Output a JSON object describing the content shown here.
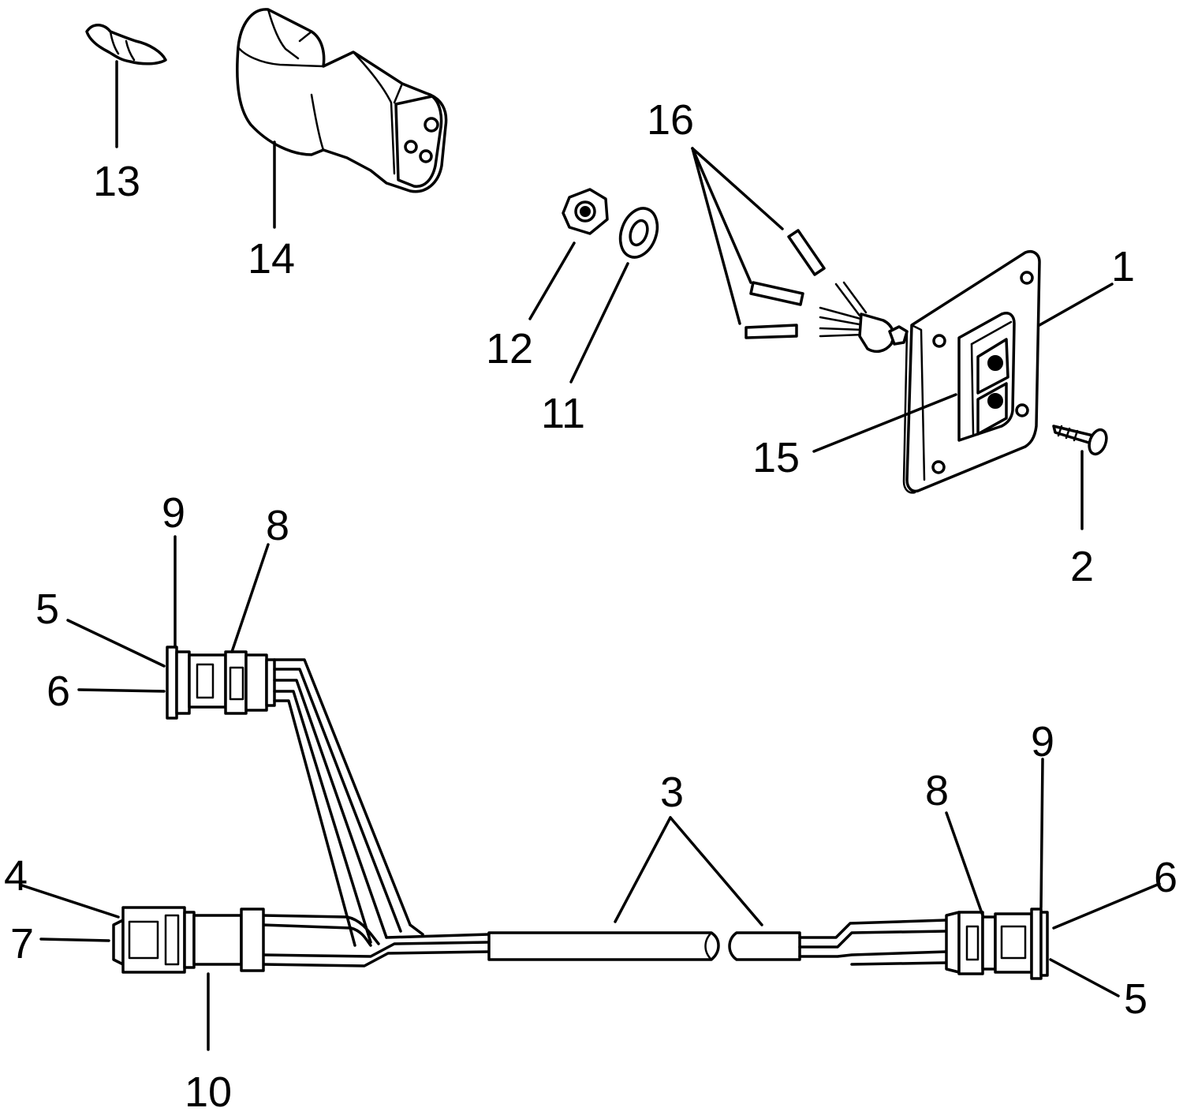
{
  "callouts": [
    {
      "id": "c1",
      "text": "1"
    },
    {
      "id": "c2",
      "text": "2"
    },
    {
      "id": "c3",
      "text": "3"
    },
    {
      "id": "c4",
      "text": "4"
    },
    {
      "id": "c5a",
      "text": "5"
    },
    {
      "id": "c5b",
      "text": "5"
    },
    {
      "id": "c6a",
      "text": "6"
    },
    {
      "id": "c6b",
      "text": "6"
    },
    {
      "id": "c7",
      "text": "7"
    },
    {
      "id": "c8a",
      "text": "8"
    },
    {
      "id": "c8b",
      "text": "8"
    },
    {
      "id": "c9a",
      "text": "9"
    },
    {
      "id": "c9b",
      "text": "9"
    },
    {
      "id": "c10",
      "text": "10"
    },
    {
      "id": "c11",
      "text": "11"
    },
    {
      "id": "c12",
      "text": "12"
    },
    {
      "id": "c13",
      "text": "13"
    },
    {
      "id": "c14",
      "text": "14"
    },
    {
      "id": "c15",
      "text": "15"
    },
    {
      "id": "c16",
      "text": "16"
    }
  ],
  "colors": {
    "ink": "#000000",
    "paper": "#ffffff"
  }
}
